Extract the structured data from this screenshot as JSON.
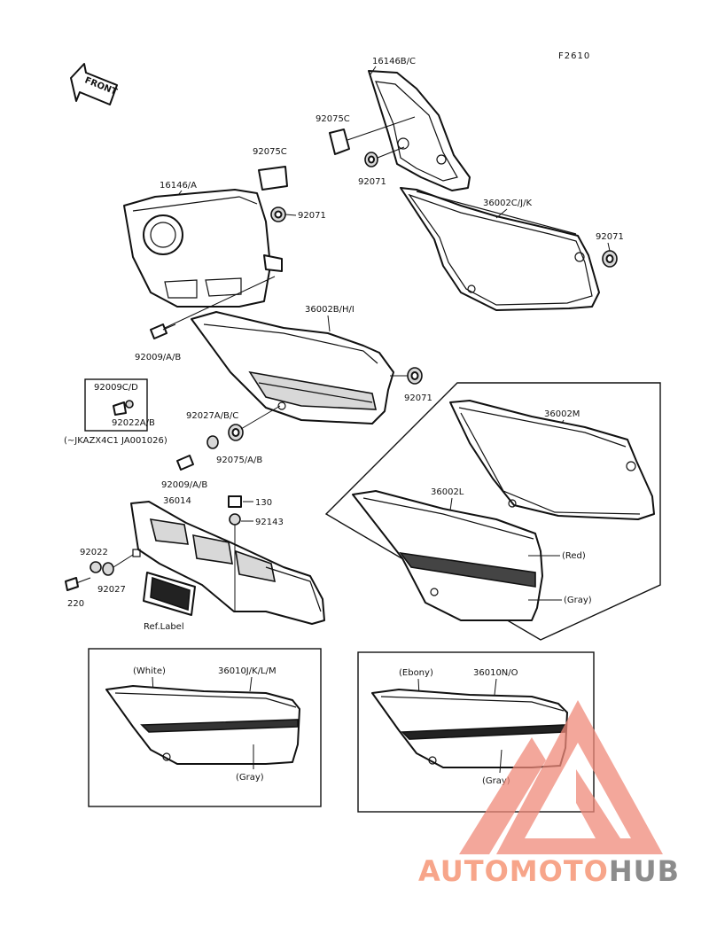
{
  "diagram": {
    "code": "F2610",
    "front_label": "FRONT",
    "labels": {
      "p16146bc": "16146B/C",
      "p92075c_top": "92075C",
      "p92071_top": "92071",
      "p36002cjk": "36002C/J/K",
      "p92071_right": "92071",
      "p92075c_left": "92075C",
      "p16146a": "16146/A",
      "p92071_left": "92071",
      "p36002bhi": "36002B/H/I",
      "p92009ab_1": "92009/A/B",
      "p92071_mid": "92071",
      "p92009cd": "92009C/D",
      "p92022ab": "92022A/B",
      "serial_note": "(~JKAZX4C1 JA001026)",
      "p92027abc": "92027A/B/C",
      "p92075ab": "92075/A/B",
      "p92009ab_2": "92009/A/B",
      "p36002m": "36002M",
      "p36002l": "36002L",
      "red": "(Red)",
      "gray_1": "(Gray)",
      "p36014": "36014",
      "p130": "130",
      "p92143": "92143",
      "p92022": "92022",
      "p92027": "92027",
      "p220": "220",
      "ref_label": "Ref.Label",
      "white": "(White)",
      "p36010jklm": "36010J/K/L/M",
      "gray_2": "(Gray)",
      "ebony": "(Ebony)",
      "p36010no": "36010N/O",
      "gray_3": "(Gray)"
    }
  },
  "watermark": {
    "brand_part1": "AUTOMOTO",
    "brand_part2": "HUB",
    "color_primary": "#f08a7a",
    "color_secondary": "#9a9a9a"
  }
}
